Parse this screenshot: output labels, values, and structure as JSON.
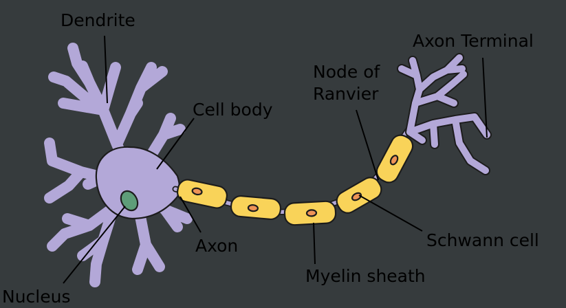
{
  "colors": {
    "background": "#363b3d",
    "cell_fill": "#b3a8d8",
    "nucleus_fill": "#5e9d79",
    "myelin_fill": "#f9d359",
    "schwann_nucleus_fill": "#ee9357",
    "outline": "#1c1c1c",
    "label_text": "#000000"
  },
  "labels": {
    "dendrite": "Dendrite",
    "cell_body": "Cell body",
    "nucleus": "Nucleus",
    "axon": "Axon",
    "myelin_sheath": "Myelin sheath",
    "schwann_cell": "Schwann cell",
    "node_of_ranvier_line1": "Node of",
    "node_of_ranvier_line2": "Ranvier",
    "axon_terminal": "Axon Terminal"
  }
}
